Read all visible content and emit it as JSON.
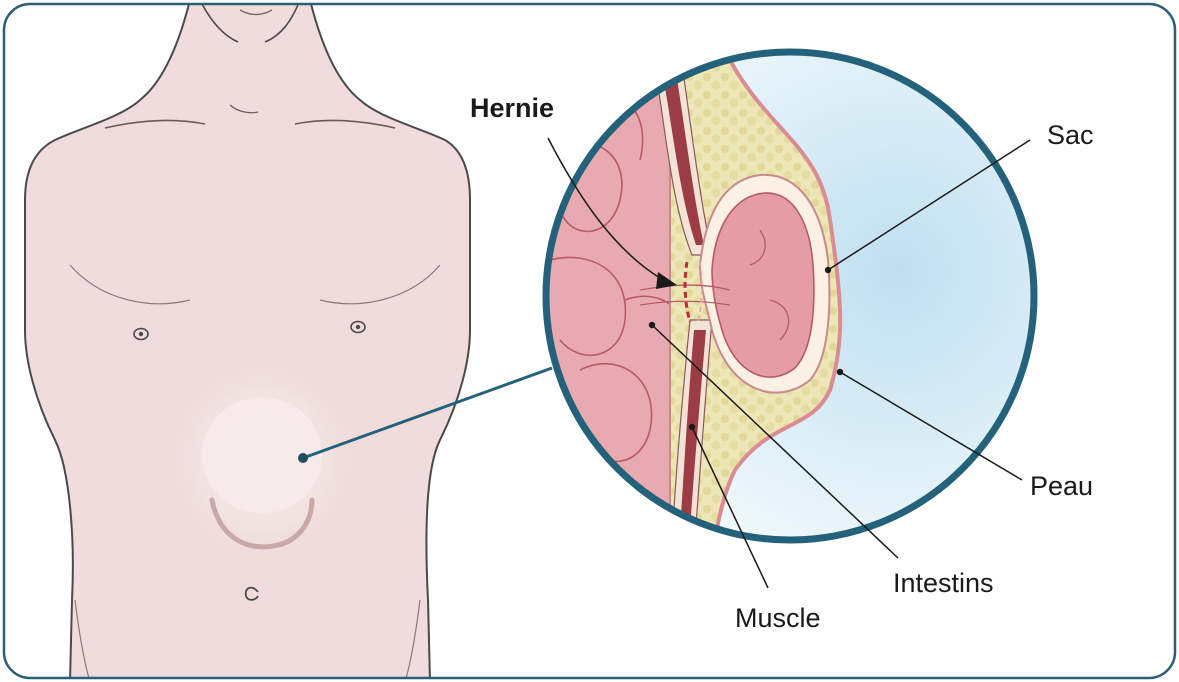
{
  "labels": {
    "hernie": "Hernie",
    "sac": "Sac",
    "peau": "Peau",
    "intestins": "Intestins",
    "muscle": "Muscle"
  },
  "colors": {
    "frame_border": "#2b5f73",
    "skin_fill": "#f0dcdc",
    "skin_outline": "#4a4a4a",
    "circle_border": "#23627a",
    "intestine_fill": "#e4a3a8",
    "intestine_line": "#b55a66",
    "muscle_fill": "#9c3c44",
    "fat_fill": "#ece4b2",
    "sky_fill": "#d8ebf5",
    "defect_line": "#c0283a"
  }
}
